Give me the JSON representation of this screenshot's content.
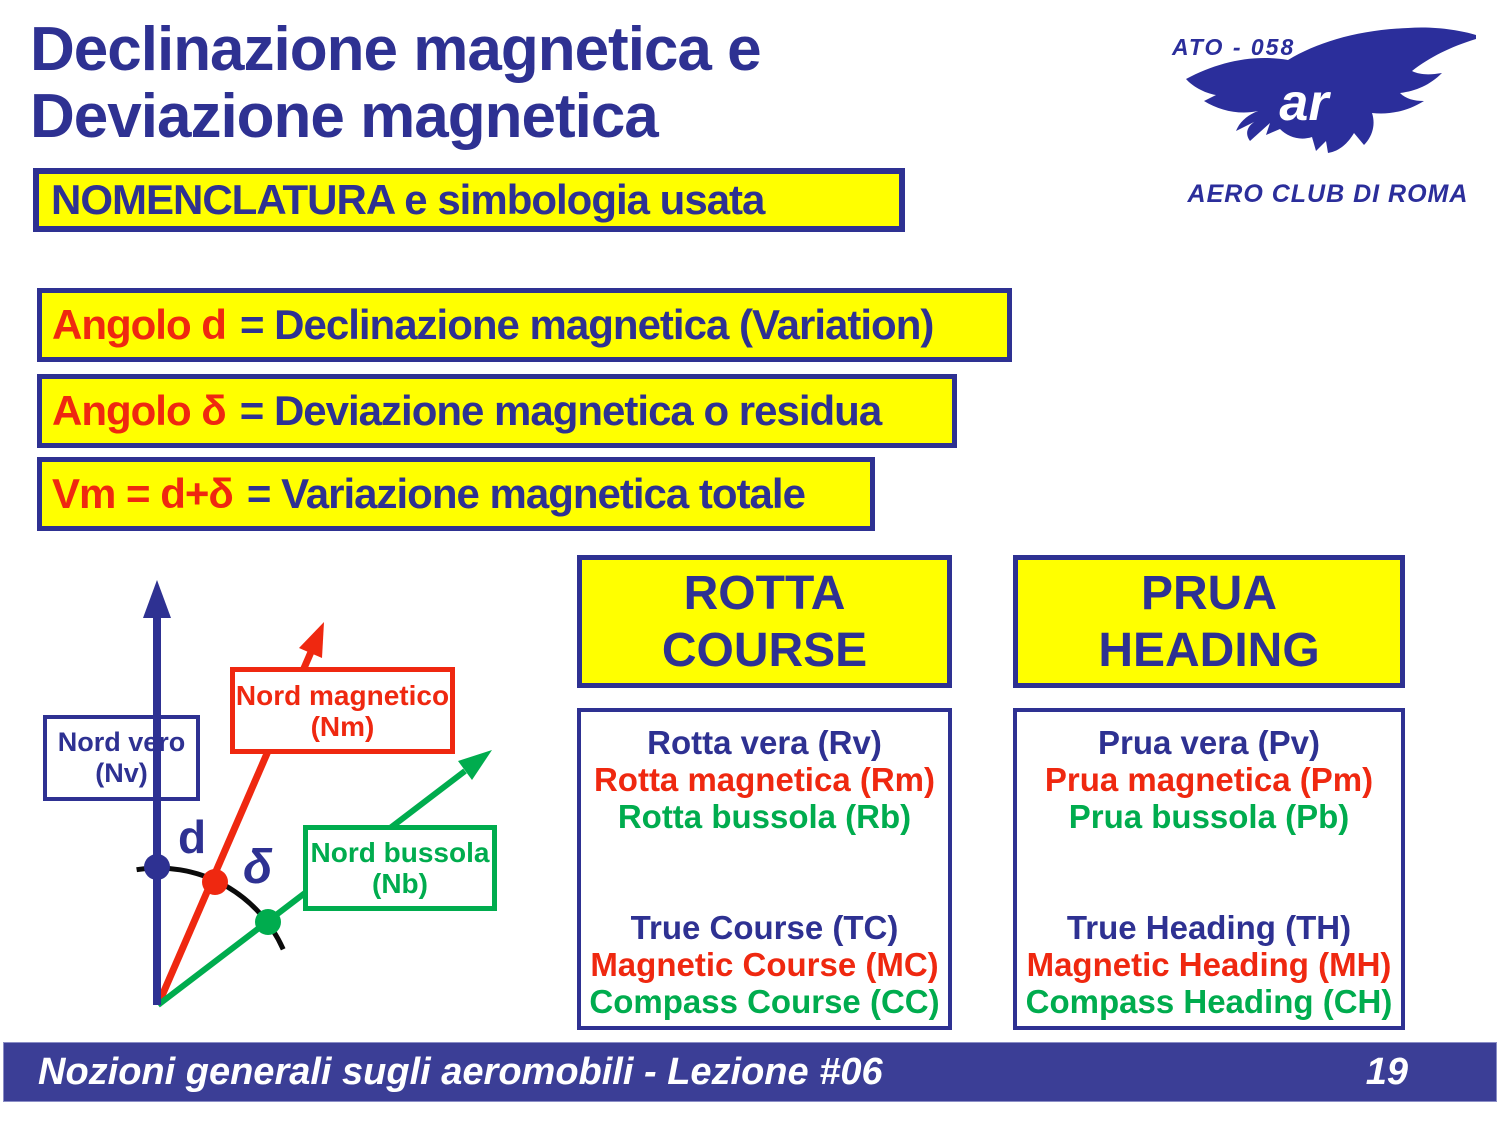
{
  "colors": {
    "blue": "#2E3192",
    "red": "#EF2810",
    "green": "#00AC4E",
    "yellow": "#FFFF00",
    "footer_bg": "#3B3E96"
  },
  "title": {
    "line1": "Declinazione magnetica e",
    "line2": "Deviazione magnetica"
  },
  "logo": {
    "ato": "ATO - 058",
    "monogram": "ar",
    "club": "AERO CLUB DI ROMA"
  },
  "subtitle": "NOMENCLATURA e simbologia usata",
  "formulas": [
    {
      "lhs": "Angolo d",
      "rhs": "= Declinazione magnetica (Variation)"
    },
    {
      "lhs": "Angolo δ",
      "rhs": "= Deviazione magnetica o residua"
    },
    {
      "lhs": "Vm = d+δ",
      "rhs": "= Variazione magnetica totale"
    }
  ],
  "diagram": {
    "north_true_line1": "Nord vero",
    "north_true_line2": "(Nv)",
    "north_magnetic_line1": "Nord magnetico",
    "north_magnetic_line2": "(Nm)",
    "north_compass_line1": "Nord bussola",
    "north_compass_line2": "(Nb)",
    "angle_declination": "d",
    "angle_deviation": "δ"
  },
  "columns": [
    {
      "header_line1": "ROTTA",
      "header_line2": "COURSE",
      "rows_italian": [
        {
          "text": "Rotta vera (Rv)",
          "color": "blue"
        },
        {
          "text": "Rotta magnetica (Rm)",
          "color": "red"
        },
        {
          "text": "Rotta bussola (Rb)",
          "color": "green"
        }
      ],
      "rows_english": [
        {
          "text": "True Course (TC)",
          "color": "blue"
        },
        {
          "text": "Magnetic Course (MC)",
          "color": "red"
        },
        {
          "text": "Compass Course (CC)",
          "color": "green"
        }
      ]
    },
    {
      "header_line1": "PRUA",
      "header_line2": "HEADING",
      "rows_italian": [
        {
          "text": "Prua vera (Pv)",
          "color": "blue"
        },
        {
          "text": "Prua magnetica (Pm)",
          "color": "red"
        },
        {
          "text": "Prua bussola (Pb)",
          "color": "green"
        }
      ],
      "rows_english": [
        {
          "text": "True Heading (TH)",
          "color": "blue"
        },
        {
          "text": "Magnetic Heading (MH)",
          "color": "red"
        },
        {
          "text": "Compass Heading (CH)",
          "color": "green"
        }
      ]
    }
  ],
  "footer": {
    "text": "Nozioni generali sugli aeromobili - Lezione #06",
    "page": "19"
  }
}
